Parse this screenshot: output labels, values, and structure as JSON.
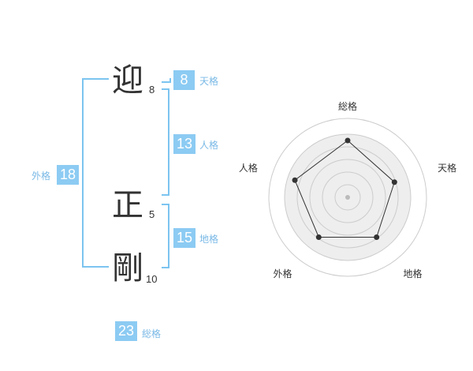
{
  "colors": {
    "accent": "#8ccbf3",
    "bracket": "#7cc4f0",
    "label": "#7ab9e6",
    "text": "#333333",
    "grid": "#cccccc",
    "fill": "#eeeeee",
    "line": "#333333"
  },
  "name": {
    "characters": [
      {
        "char": "迎",
        "strokes": "8"
      },
      {
        "char": "正",
        "strokes": "5"
      },
      {
        "char": "剛",
        "strokes": "10"
      }
    ]
  },
  "fortune": {
    "tenkaku": {
      "value": "8",
      "label": "天格"
    },
    "jinkaku": {
      "value": "13",
      "label": "人格"
    },
    "chikaku": {
      "value": "15",
      "label": "地格"
    },
    "gaikaku": {
      "value": "18",
      "label": "外格"
    },
    "soukaku": {
      "value": "23",
      "label": "総格"
    }
  },
  "chart_data": {
    "type": "radar",
    "axes": [
      "総格",
      "天格",
      "地格",
      "外格",
      "人格"
    ],
    "values": [
      4.5,
      3.9,
      3.9,
      3.9,
      4.4
    ],
    "max": 5,
    "rings": 5
  }
}
